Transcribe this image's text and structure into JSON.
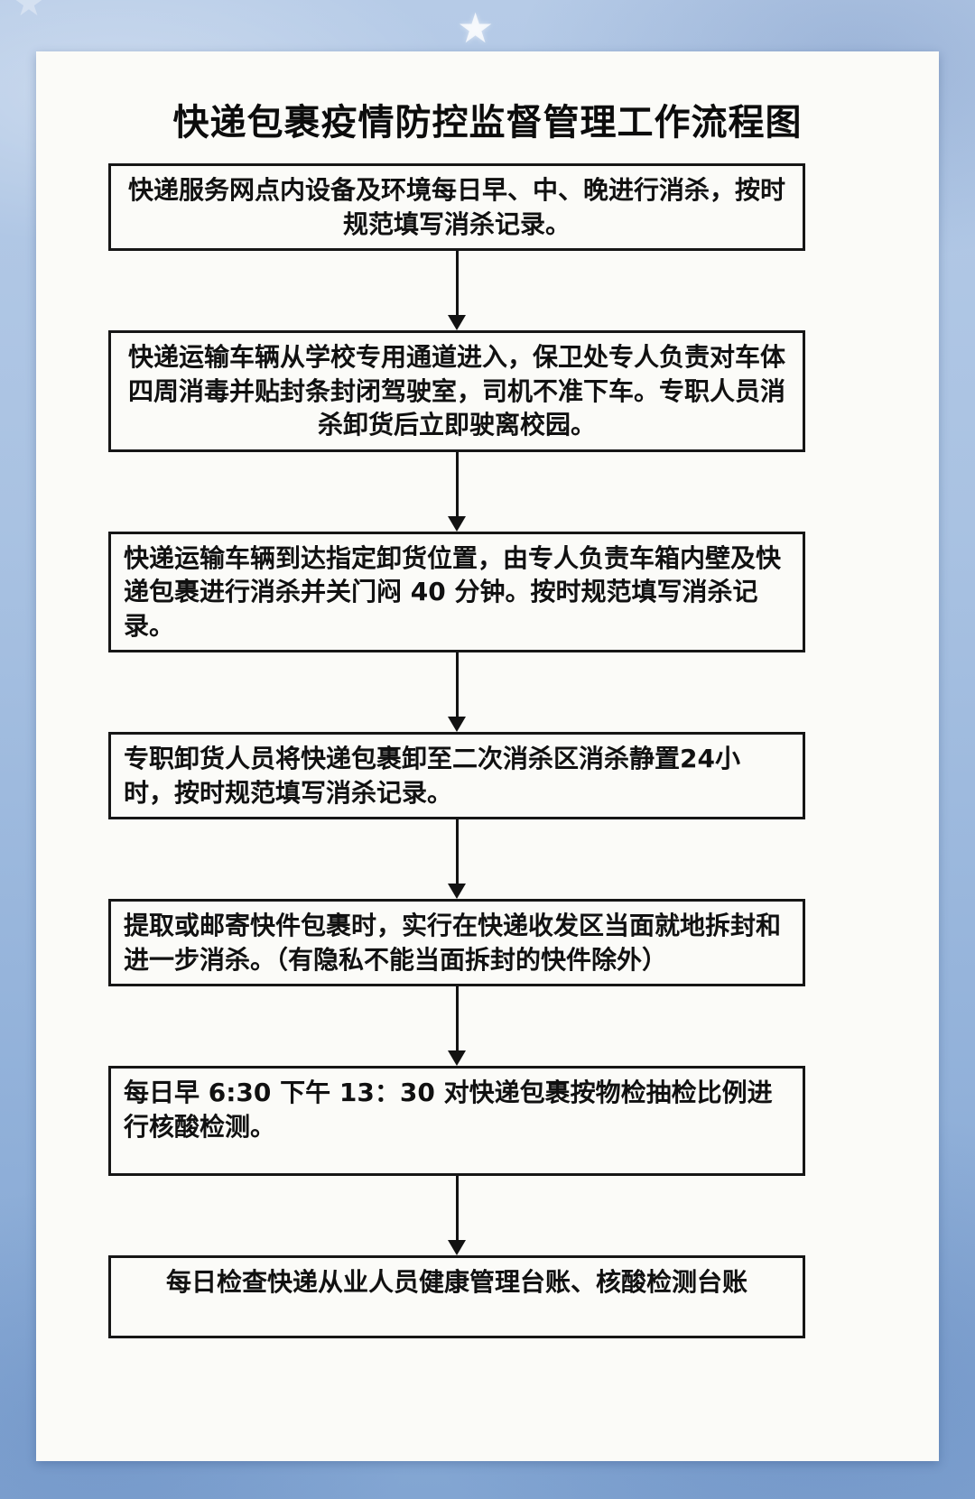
{
  "page": {
    "title": "快递包裹疫情防控监督管理工作流程图"
  },
  "flow": {
    "boxes": [
      {
        "text": "快递服务网点内设备及环境每日早、中、晚进行消杀，按时规范填写消杀记录。"
      },
      {
        "text": "快递运输车辆从学校专用通道进入，保卫处专人负责对车体四周消毒并贴封条封闭驾驶室，司机不准下车。专职人员消杀卸货后立即驶离校园。"
      },
      {
        "text": "快递运输车辆到达指定卸货位置，由专人负责车箱内壁及快递包裹进行消杀并关门闷 40 分钟。按时规范填写消杀记录。"
      },
      {
        "text": "专职卸货人员将快递包裹卸至二次消杀区消杀静置24小时，按时规范填写消杀记录。"
      },
      {
        "text": "提取或邮寄快件包裹时，实行在快递收发区当面就地拆封和进一步消杀。（有隐私不能当面拆封的快件除外）"
      },
      {
        "text": "每日早 6:30 下午 13：30 对快递包裹按物检抽检比例进行核酸检测。"
      },
      {
        "text": "每日检查快递从业人员健康管理台账、核酸检测台账"
      }
    ]
  },
  "decor": {
    "star_glyph": "★"
  },
  "colors": {
    "bg-top": "#b6cbe7",
    "bg-bottom": "#82a5d2",
    "paper": "#fbfbf8",
    "ink": "#111111"
  }
}
